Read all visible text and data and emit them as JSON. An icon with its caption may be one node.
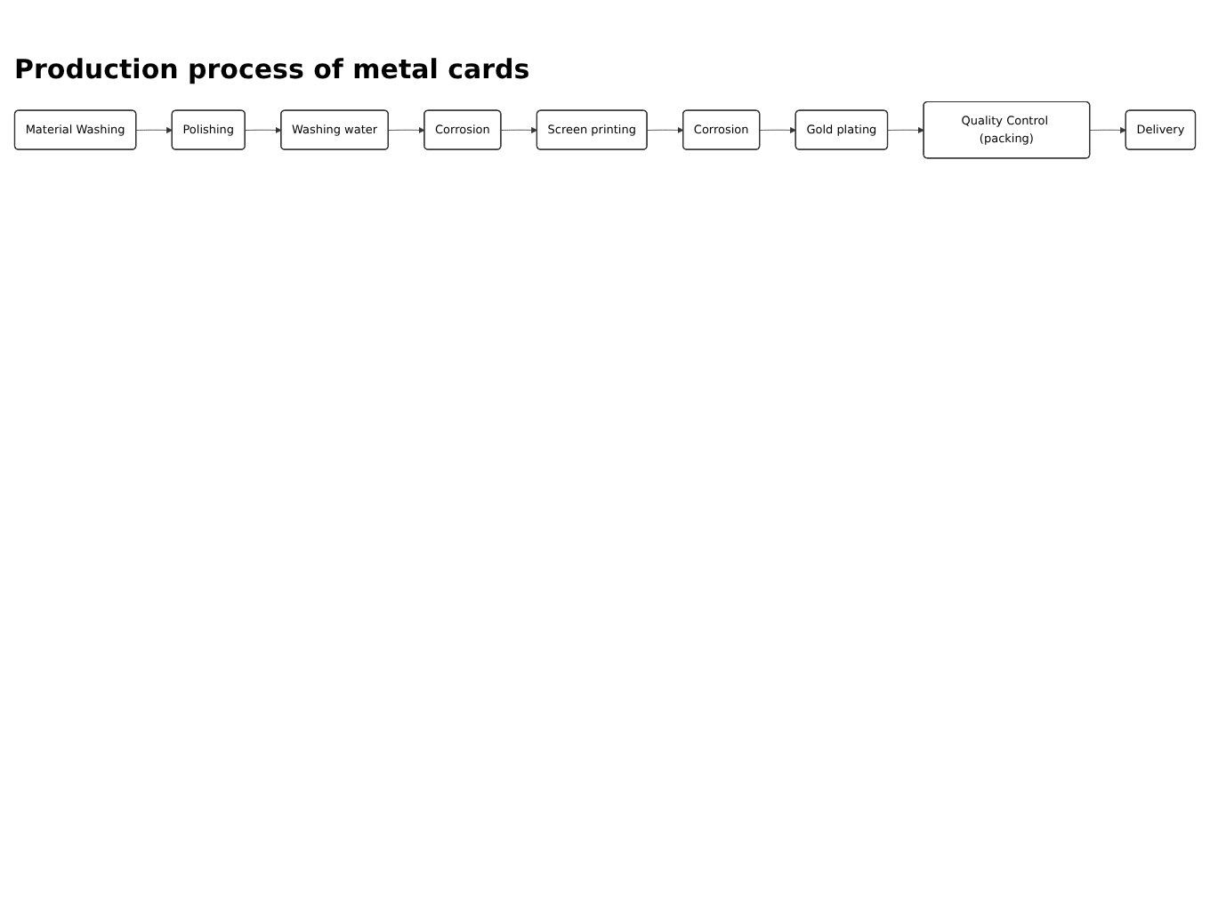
{
  "diagram": {
    "title": "Production process of metal cards",
    "nodes": [
      {
        "text": [
          "Material Washing"
        ]
      },
      {
        "text": [
          "Polishing"
        ]
      },
      {
        "text": [
          "Washing water"
        ]
      },
      {
        "text": [
          "Corrosion"
        ]
      },
      {
        "text": [
          "Screen printing"
        ]
      },
      {
        "text": [
          "Corrosion"
        ]
      },
      {
        "text": [
          "Gold plating"
        ]
      },
      {
        "text": [
          "Quality Control (packing)"
        ]
      },
      {
        "text": [
          "Delivery"
        ]
      }
    ],
    "edges": [
      {
        "from": 0,
        "to": 1,
        "arrow": "to"
      },
      {
        "from": 1,
        "to": 2,
        "arrow": "to"
      },
      {
        "from": 2,
        "to": 3,
        "arrow": "to"
      },
      {
        "from": 3,
        "to": 4,
        "arrow": "to"
      },
      {
        "from": 4,
        "to": 5,
        "arrow": "to"
      },
      {
        "from": 5,
        "to": 6,
        "arrow": "to"
      },
      {
        "from": 6,
        "to": 7,
        "arrow": "to"
      },
      {
        "from": 7,
        "to": 8,
        "arrow": "to"
      }
    ]
  }
}
